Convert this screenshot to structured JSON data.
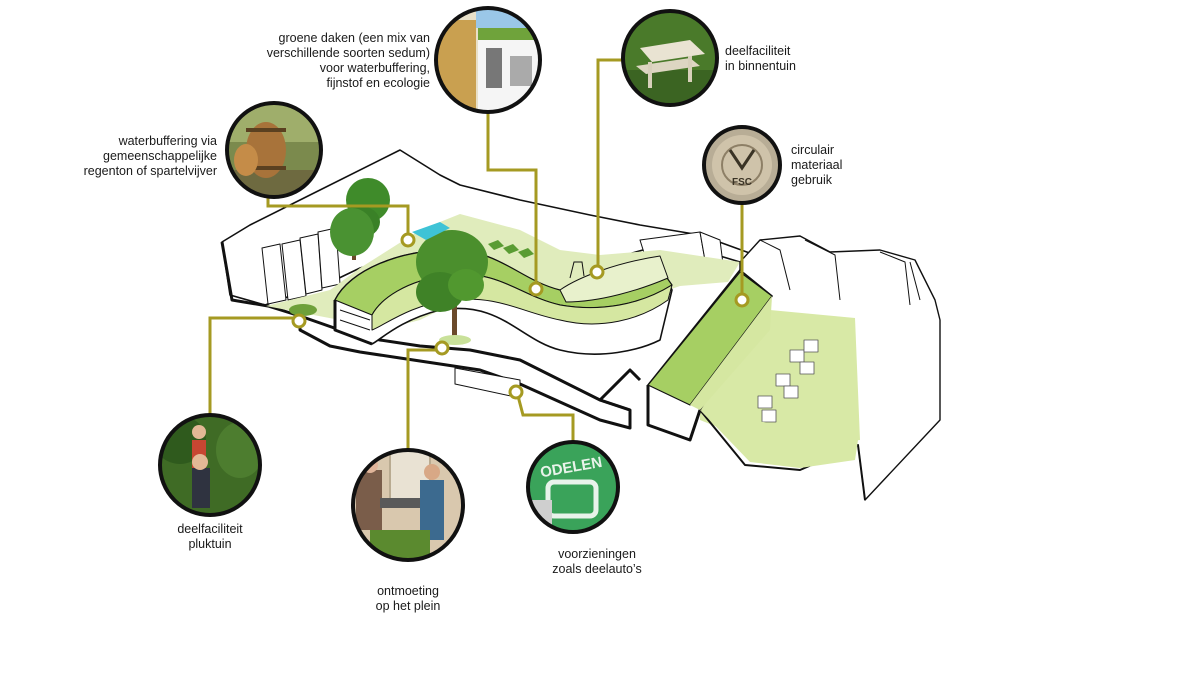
{
  "colors": {
    "leader": "#a59a22",
    "leader_dark": "#8c8219",
    "green_light": "#d8e9a6",
    "green_mid": "#a9d06a",
    "green_dark": "#7fae3c",
    "tree": "#4d8f2e",
    "outline": "#111111",
    "water": "#3ec3d6"
  },
  "callouts": {
    "groene_daken": {
      "text": "groene daken (een mix van\nverschillende soorten sedum)\nvoor waterbuffering,\nfijnstof en ecologie",
      "photo": "green-roof-photo"
    },
    "deelfaciliteit_binnentuin": {
      "text": "deelfaciliteit\nin binnentuin",
      "photo": "picnic-table-photo"
    },
    "waterbuffering": {
      "text": "waterbuffering via\ngemeenschappelijke\nregenton of spartelvijver",
      "photo": "rain-barrel-photo"
    },
    "circulair": {
      "text": "circulair\nmateriaal\ngebruik",
      "photo": "fsc-wood-photo"
    },
    "pluktuin": {
      "text": "deelfaciliteit\npluktuin",
      "photo": "orchard-photo"
    },
    "ontmoeting": {
      "text": "ontmoeting\nop het plein",
      "photo": "barbecue-photo"
    },
    "deelautos": {
      "text": "voorzieningen\nzoals deelauto’s",
      "photo": "shared-car-parking-photo"
    }
  },
  "parking_sign_text": "ODELEN",
  "fsc_stamp_text": "FSC"
}
